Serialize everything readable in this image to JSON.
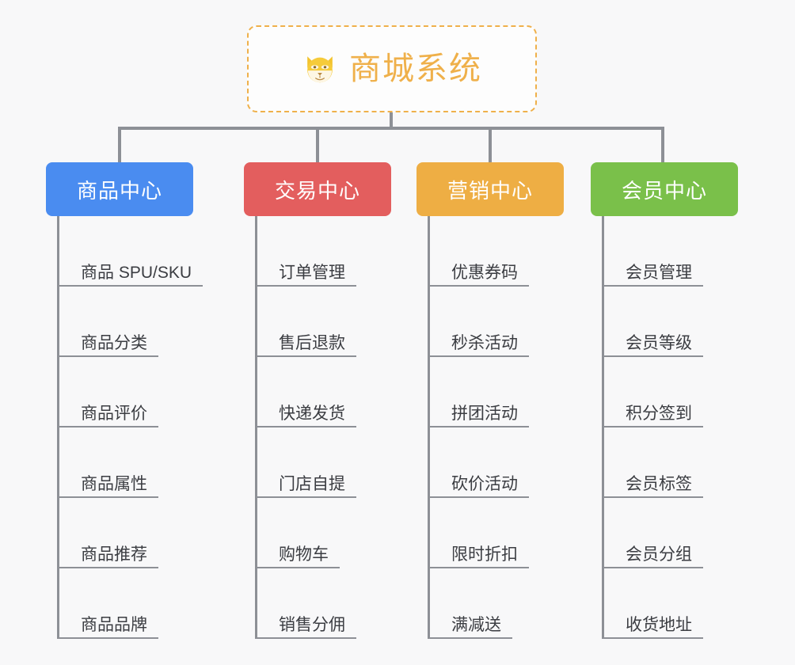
{
  "canvas": {
    "background_color": "#f8f8f9",
    "line_color": "#8d9096",
    "leaf_text_color": "#3b3d42"
  },
  "root": {
    "title": "商城系统",
    "icon": "shiba-dog-face-emoji",
    "border_color": "#efb04a",
    "text_color": "#efb04a",
    "background_color": "#fdfdfd"
  },
  "branches": [
    {
      "id": "product-center",
      "label": "商品中心",
      "color": "#4a8cf0",
      "items": [
        "商品 SPU/SKU",
        "商品分类",
        "商品评价",
        "商品属性",
        "商品推荐",
        "商品品牌"
      ]
    },
    {
      "id": "trade-center",
      "label": "交易中心",
      "color": "#e35e5e",
      "items": [
        "订单管理",
        "售后退款",
        "快递发货",
        "门店自提",
        "购物车",
        "销售分佣"
      ]
    },
    {
      "id": "marketing-center",
      "label": "营销中心",
      "color": "#eeae44",
      "items": [
        "优惠券码",
        "秒杀活动",
        "拼团活动",
        "砍价活动",
        "限时折扣",
        "满减送"
      ]
    },
    {
      "id": "member-center",
      "label": "会员中心",
      "color": "#79c košice"
    }
  ]
}
